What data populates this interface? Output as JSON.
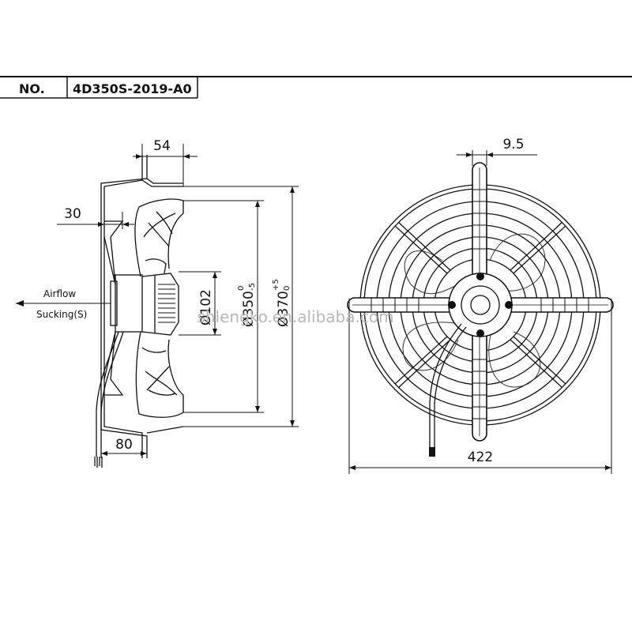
{
  "header": {
    "no_label": "NO.",
    "model": "4D350S-2019-A0"
  },
  "side_view": {
    "dim_top": "54",
    "dim_left": "30",
    "dim_bottom": "80",
    "airflow_label": "Airflow",
    "sucking_label": "Sucking(S)",
    "dia_hub": "Ø102",
    "dia_inner_main": "Ø350",
    "dia_inner_tol_upper": "0",
    "dia_inner_tol_lower": "-5",
    "dia_outer_main": "Ø370",
    "dia_outer_tol_upper": "+5",
    "dia_outer_tol_lower": "0"
  },
  "front_view": {
    "dim_top": "9.5",
    "dim_bottom": "422"
  },
  "watermark": "shlengko.en.alibaba.com"
}
